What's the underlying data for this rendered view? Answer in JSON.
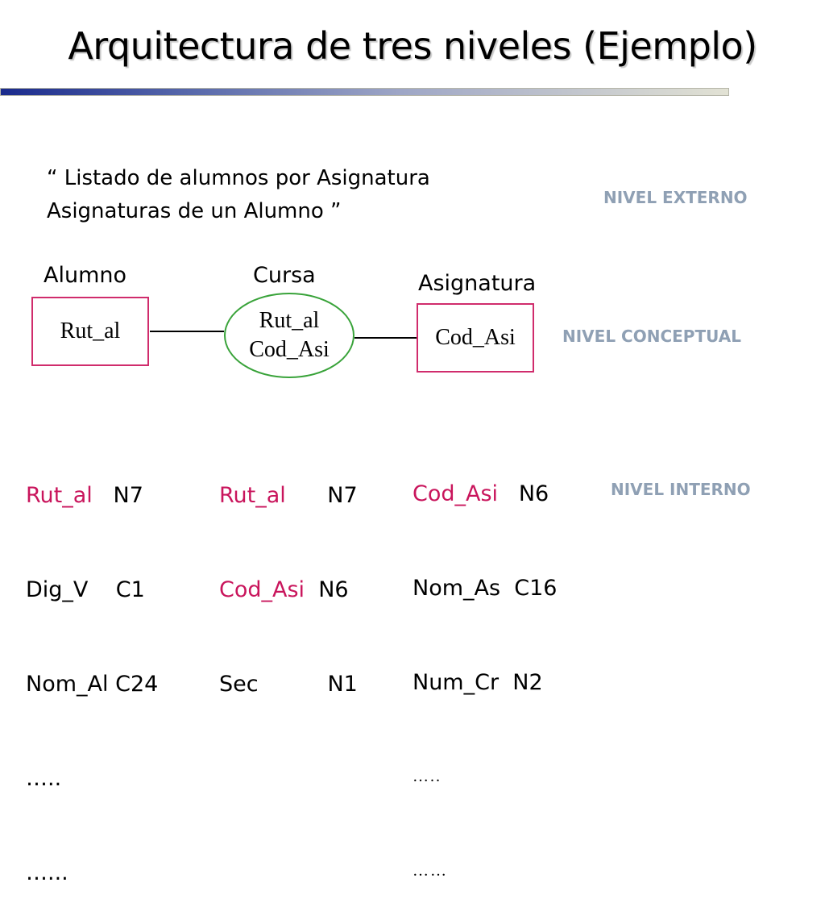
{
  "title": "Arquitectura de tres niveles (Ejemplo)",
  "external": {
    "line1": "“ Listado de alumnos por Asignatura",
    "line2": "Asignaturas de un Alumno ”"
  },
  "levels": {
    "external": "NIVEL EXTERNO",
    "conceptual": "NIVEL CONCEPTUAL",
    "internal": "NIVEL INTERNO"
  },
  "conceptual": {
    "alumno": {
      "label": "Alumno",
      "attr": "Rut_al"
    },
    "cursa": {
      "label": "Cursa",
      "attr1": "Rut_al",
      "attr2": "Cod_Asi"
    },
    "asignatura": {
      "label": "Asignatura",
      "attr": "Cod_Asi"
    }
  },
  "internal": {
    "alumno": {
      "rows": [
        {
          "name": "Rut_al",
          "sep": "   ",
          "type": "N7"
        },
        {
          "name": "Dig_V",
          "sep": "    ",
          "type": "C1"
        },
        {
          "name": "Nom_Al",
          "sep": " ",
          "type": "C24"
        }
      ],
      "dots1": "…..",
      "dots2": "…..."
    },
    "cursa": {
      "rows": [
        {
          "name": "Rut_al",
          "sep": "      ",
          "type": "N7"
        },
        {
          "name": "Cod_Asi",
          "sep": "  ",
          "type": "N6"
        },
        {
          "name": "Sec",
          "sep": "          ",
          "type": "N1"
        }
      ]
    },
    "asignatura": {
      "rows": [
        {
          "name": "Cod_Asi",
          "sep": "   ",
          "type": "N6"
        },
        {
          "name": "Nom_As",
          "sep": "  ",
          "type": "C16"
        },
        {
          "name": "Num_Cr",
          "sep": "  ",
          "type": "N2"
        }
      ],
      "dots1": "…..",
      "dots2": "……"
    }
  },
  "colors": {
    "key_field": "#c9155c",
    "entity_border": "#d02c6c",
    "relationship_border": "#39a33a",
    "level_label": "#8fa0b4",
    "title_rule_start": "#1a2a8c"
  }
}
